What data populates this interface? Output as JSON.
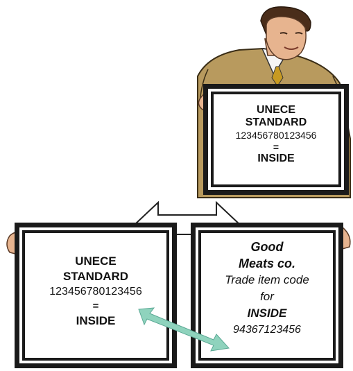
{
  "top_sign": {
    "line1": "UNECE",
    "line2": "STANDARD",
    "line3": "123456780123456",
    "line4": "=",
    "line5": "INSIDE"
  },
  "left_sign": {
    "line1": "UNECE",
    "line2": "STANDARD",
    "line3": "123456780123456",
    "line4": "=",
    "line5": "INSIDE"
  },
  "right_sign": {
    "line1": "Good",
    "line2": "Meats co.",
    "line3": "Trade item code",
    "line4": "for",
    "line5": "INSIDE",
    "line6": "94367123456"
  },
  "colors": {
    "frame": "#1a1a1a",
    "suit": "#b89a5e",
    "skin": "#e7b48f",
    "arrow_link": "#8fd3bd",
    "arrow_outline": "#222222"
  },
  "icons": {
    "businessman": "businessman-illustration",
    "double_arrow": "double-arrow-icon",
    "link_arrow": "link-arrow-icon"
  }
}
